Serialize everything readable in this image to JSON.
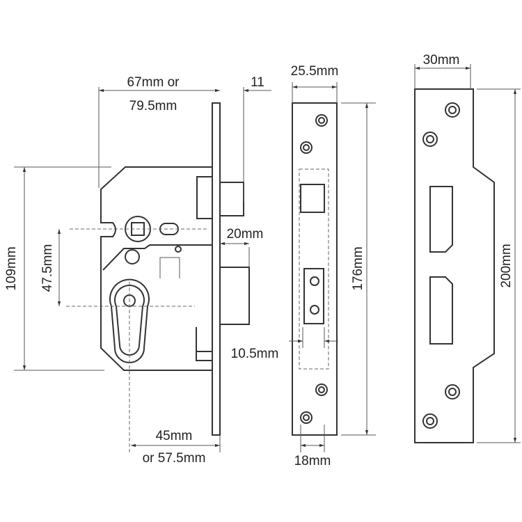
{
  "dimensions": {
    "case_depth_line1": "67mm or",
    "case_depth_line2": "79.5mm",
    "bolt_throw": "11",
    "forend_width": "25.5mm",
    "strike_width": "30mm",
    "case_height": "109mm",
    "centres": "47.5mm",
    "latch_throw": "20mm",
    "forend_height": "176mm",
    "strike_height": "200mm",
    "latch_width": "10.5mm",
    "backset_line1": "45mm",
    "backset_line2": "or 57.5mm",
    "bolt_width": "18mm"
  }
}
